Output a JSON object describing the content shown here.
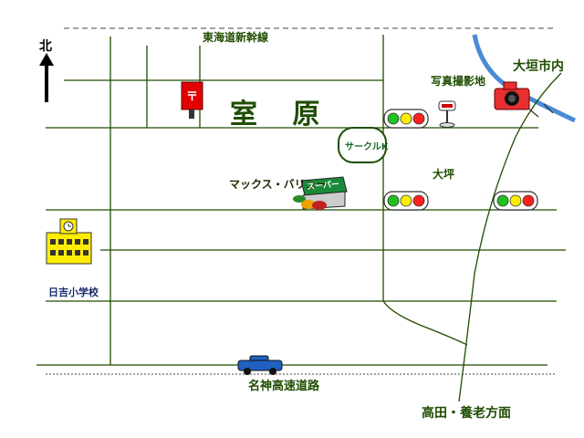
{
  "labels": {
    "shinkansen": "東海道新幹線",
    "north": "北",
    "district_big": "室 原",
    "photo_spot": "写真撮影地",
    "ogaki": "大垣市内",
    "circle_k": "サークルK",
    "max_value": "マックス・バリュー",
    "super_sign": "スーパー",
    "ohtsubo": "大坪",
    "school": "日吉小学校",
    "expressway": "名神高速道路",
    "direction": "高田・養老方面"
  },
  "colors": {
    "road": "#1f4d00",
    "label": "#1f4d00",
    "river": "#4a8bd6",
    "post_red": "#e00000",
    "camera_red": "#e83030",
    "school_yellow": "#ffee00",
    "car_blue": "#2060c0",
    "signal_red": "#ff2020",
    "signal_yellow": "#ffee00",
    "signal_green": "#20c020",
    "store_green": "#1a8a3a"
  },
  "icons": [
    "north-arrow-icon",
    "post-box-icon",
    "camera-icon",
    "bus-stop-icon",
    "school-icon",
    "car-icon",
    "traffic-signal-icon",
    "supermarket-icon",
    "convenience-store-icon"
  ]
}
